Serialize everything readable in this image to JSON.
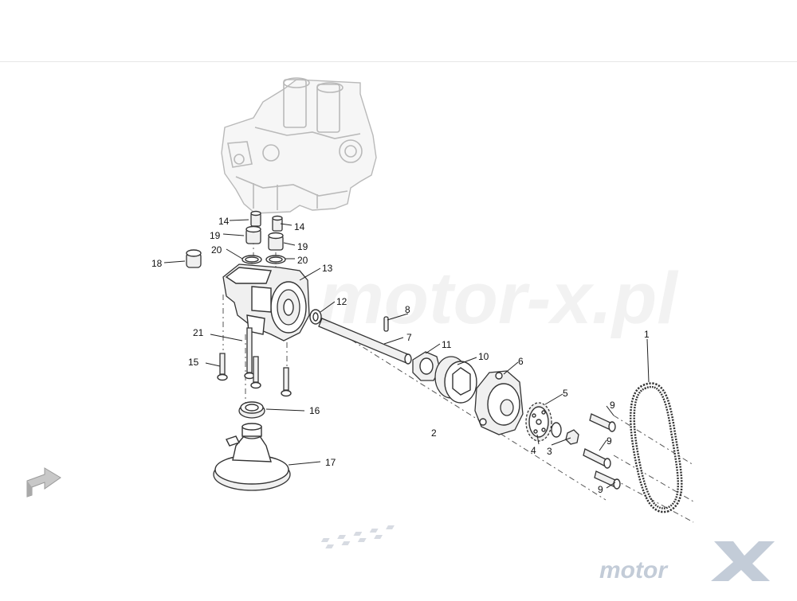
{
  "diagram": {
    "labels": [
      {
        "id": "1",
        "text": "1"
      },
      {
        "id": "2",
        "text": "2"
      },
      {
        "id": "3",
        "text": "3"
      },
      {
        "id": "4",
        "text": "4"
      },
      {
        "id": "5",
        "text": "5"
      },
      {
        "id": "6",
        "text": "6"
      },
      {
        "id": "7",
        "text": "7"
      },
      {
        "id": "8",
        "text": "8"
      },
      {
        "id": "9a",
        "text": "9"
      },
      {
        "id": "9b",
        "text": "9"
      },
      {
        "id": "9c",
        "text": "9"
      },
      {
        "id": "10",
        "text": "10"
      },
      {
        "id": "11",
        "text": "11"
      },
      {
        "id": "12",
        "text": "12"
      },
      {
        "id": "13",
        "text": "13"
      },
      {
        "id": "14a",
        "text": "14"
      },
      {
        "id": "14b",
        "text": "14"
      },
      {
        "id": "15",
        "text": "15"
      },
      {
        "id": "16",
        "text": "16"
      },
      {
        "id": "17",
        "text": "17"
      },
      {
        "id": "18",
        "text": "18"
      },
      {
        "id": "19a",
        "text": "19"
      },
      {
        "id": "19b",
        "text": "19"
      },
      {
        "id": "20a",
        "text": "20"
      },
      {
        "id": "20b",
        "text": "20"
      },
      {
        "id": "21",
        "text": "21"
      }
    ]
  },
  "watermark": {
    "center_text": "motor-x.pl",
    "logo_text": "motor"
  }
}
